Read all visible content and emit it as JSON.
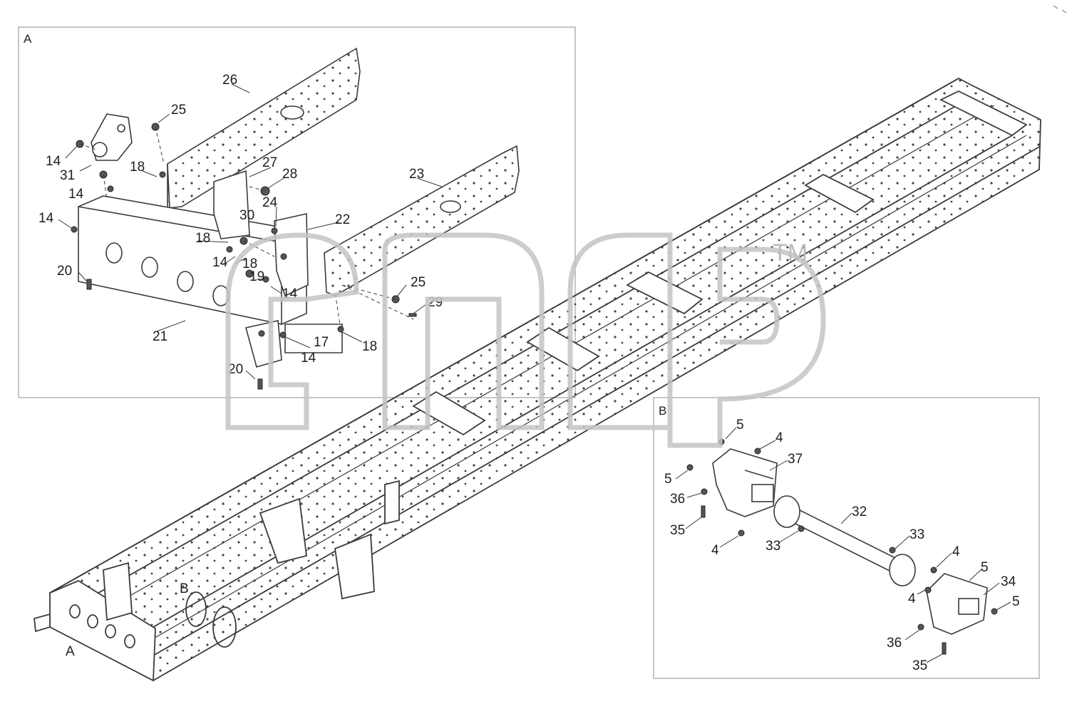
{
  "watermark": {
    "text": "TM",
    "color": "#c8c8c8"
  },
  "panels": {
    "a_letter": "A",
    "b_letter": "B"
  },
  "main_view_labels": {
    "a": "A",
    "b": "B"
  },
  "callouts_a": [
    "26",
    "25",
    "14",
    "31",
    "18",
    "27",
    "28",
    "23",
    "14",
    "24",
    "30",
    "14",
    "22",
    "18",
    "14",
    "18",
    "19",
    "25",
    "20",
    "14",
    "29",
    "21",
    "17",
    "14",
    "18",
    "20"
  ],
  "callouts_b": [
    "5",
    "4",
    "37",
    "5",
    "36",
    "32",
    "35",
    "4",
    "33",
    "33",
    "4",
    "5",
    "34",
    "4",
    "5",
    "36",
    "35"
  ],
  "colors": {
    "line": "#3a3a3a",
    "panel_border": "#8c8c8c",
    "hole": "#444444"
  }
}
